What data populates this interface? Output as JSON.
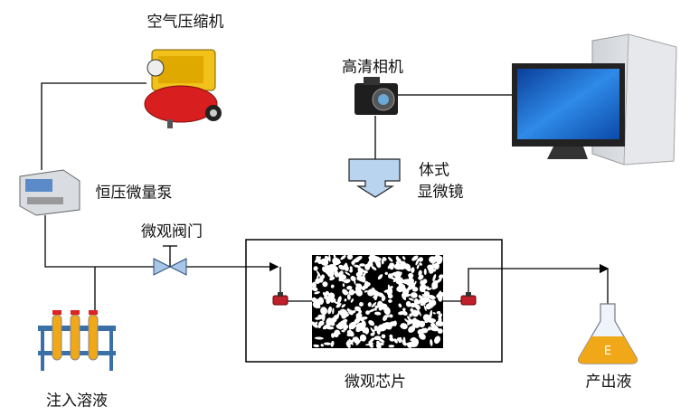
{
  "labels": {
    "compressor": "空气压缩机",
    "camera": "高清相机",
    "pump": "恒压微量泵",
    "microscope_line1": "体式",
    "microscope_line2": "显微镜",
    "valve": "微观阀门",
    "chip": "微观芯片",
    "injection": "注入溶液",
    "output": "产出液"
  },
  "colors": {
    "compressor": "#d81e1e",
    "compressor_tank": "#f2c21a",
    "connector": "#c0202a",
    "fluid": "#f0a818",
    "microscope": "#b8d4ee",
    "monitor_screen": "#1a6fd0"
  }
}
